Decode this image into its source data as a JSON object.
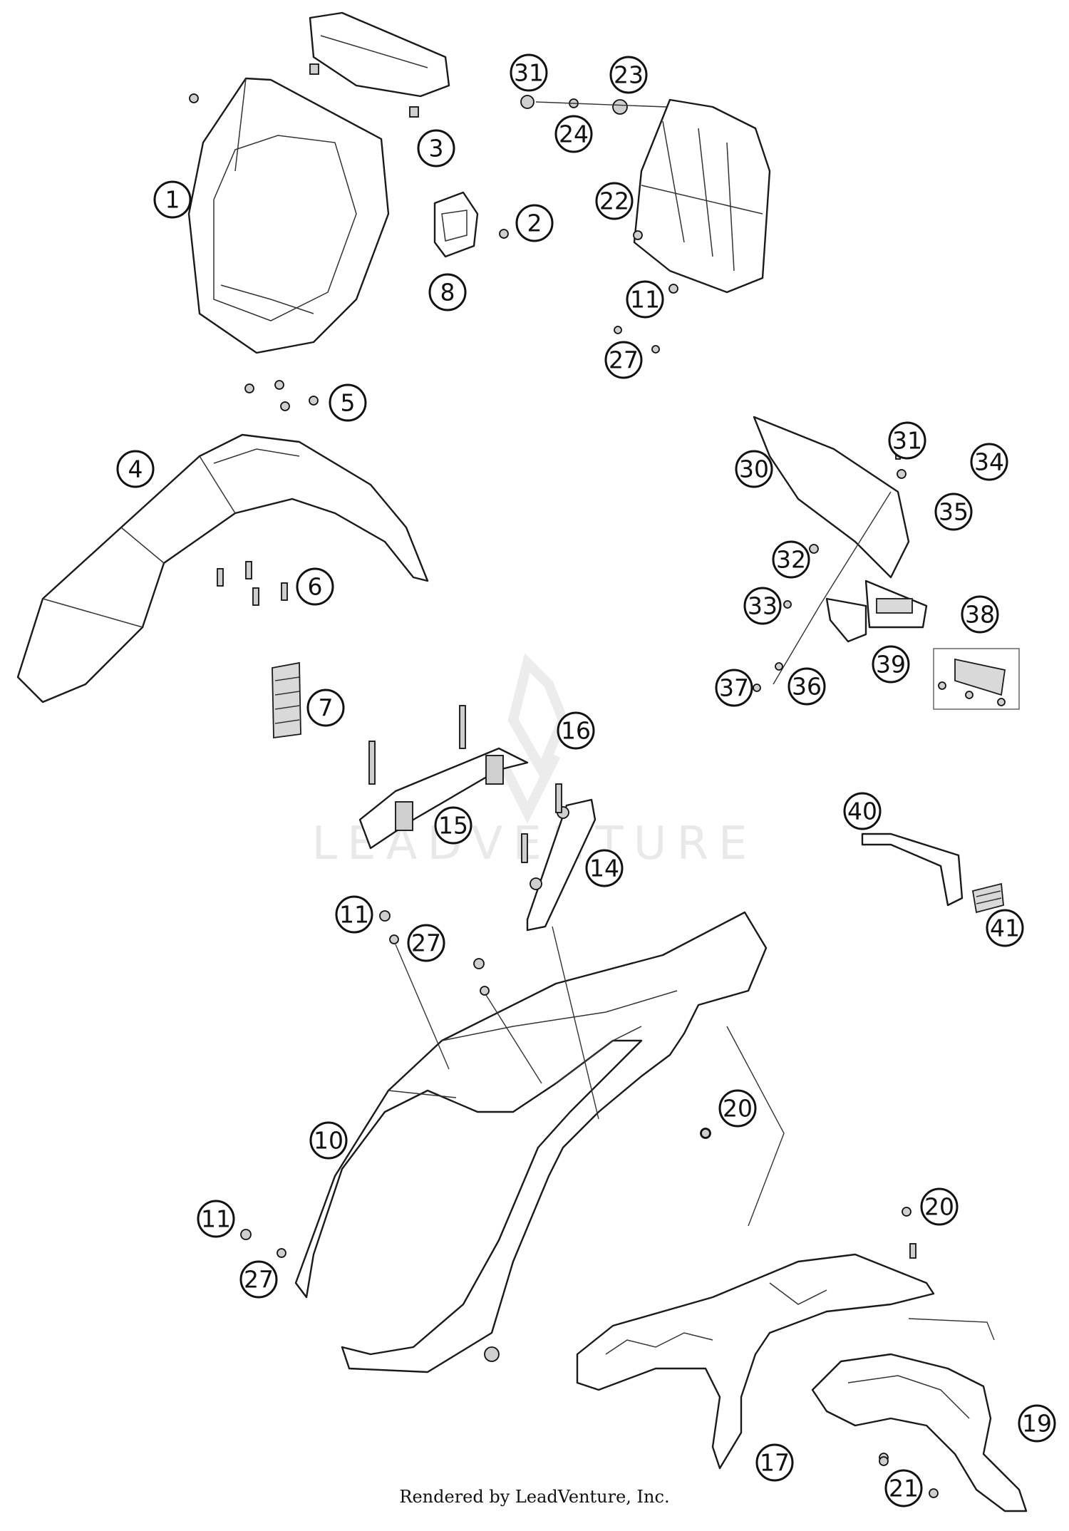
{
  "footer": {
    "credit": "Rendered by LeadVenture, Inc."
  },
  "watermark": {
    "text": "LEADVENTURE"
  },
  "callouts": [
    "1",
    "2",
    "3",
    "4",
    "5",
    "6",
    "7",
    "8",
    "10",
    "11",
    "11",
    "11",
    "14",
    "15",
    "16",
    "17",
    "19",
    "20",
    "20",
    "21",
    "22",
    "23",
    "24",
    "27",
    "27",
    "27",
    "30",
    "31",
    "31",
    "32",
    "33",
    "34",
    "35",
    "36",
    "37",
    "38",
    "39",
    "40",
    "41"
  ]
}
